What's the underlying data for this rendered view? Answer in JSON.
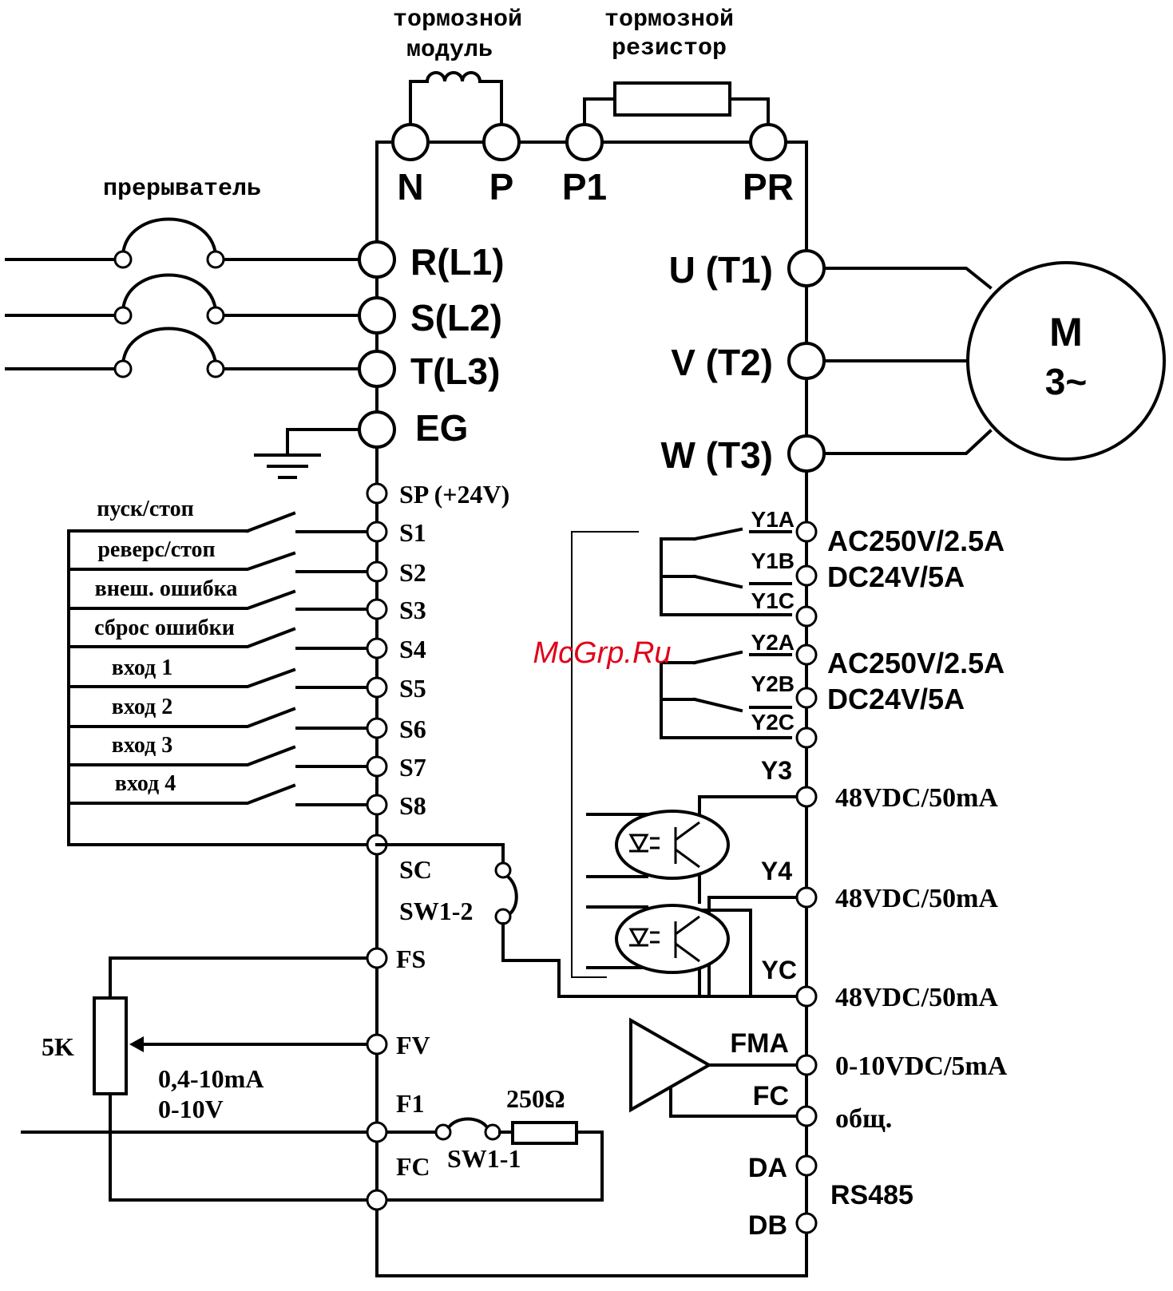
{
  "labels": {
    "braking_module": [
      "тормозной",
      "модуль"
    ],
    "braking_resistor": [
      "тормозной",
      "резистор"
    ],
    "breaker": "прерыватель",
    "motor_top": "M",
    "motor_bottom": "3~",
    "potentiometer": "5K",
    "analog_range_1": "0,4-10mA",
    "analog_range_2": "0-10V",
    "resistor_250": "250Ω",
    "sw1_1": "SW1-1",
    "sw1_2": "SW1-2",
    "rs485": "RS485",
    "watermark": "McGrp.Ru"
  },
  "top_terminals": [
    "N",
    "P",
    "P1",
    "PR"
  ],
  "power_inputs": [
    "R(L1)",
    "S(L2)",
    "T(L3)",
    "EG"
  ],
  "motor_outputs": [
    "U (T1)",
    "V (T2)",
    "W (T3)"
  ],
  "control_inputs": [
    {
      "terminal": "SP (+24V)",
      "function": ""
    },
    {
      "terminal": "S1",
      "function": "пуск/стоп"
    },
    {
      "terminal": "S2",
      "function": "реверс/стоп"
    },
    {
      "terminal": "S3",
      "function": "внеш. ошибка"
    },
    {
      "terminal": "S4",
      "function": "сброс ошибки"
    },
    {
      "terminal": "S5",
      "function": "вход 1"
    },
    {
      "terminal": "S6",
      "function": "вход 2"
    },
    {
      "terminal": "S7",
      "function": "вход 3"
    },
    {
      "terminal": "S8",
      "function": "вход 4"
    },
    {
      "terminal": "SC",
      "function": ""
    }
  ],
  "analog_terminals": [
    "FS",
    "FV",
    "F1",
    "FC"
  ],
  "relay_outputs": [
    {
      "a": "Y1A",
      "b": "Y1B",
      "c": "Y1C",
      "rating_ac": "AC250V/2.5A",
      "rating_dc": "DC24V/5A"
    },
    {
      "a": "Y2A",
      "b": "Y2B",
      "c": "Y2C",
      "rating_ac": "AC250V/2.5A",
      "rating_dc": "DC24V/5A"
    }
  ],
  "opto_outputs": [
    {
      "terminal": "Y3",
      "rating": "48VDC/50mA"
    },
    {
      "terminal": "Y4",
      "rating": "48VDC/50mA"
    },
    {
      "terminal": "YC",
      "rating": "48VDC/50mA"
    }
  ],
  "meter_outputs": [
    {
      "terminal": "FMA",
      "rating": "0-10VDC/5mA"
    },
    {
      "terminal": "FC",
      "rating": "общ."
    }
  ],
  "comm_terminals": [
    "DA",
    "DB"
  ]
}
